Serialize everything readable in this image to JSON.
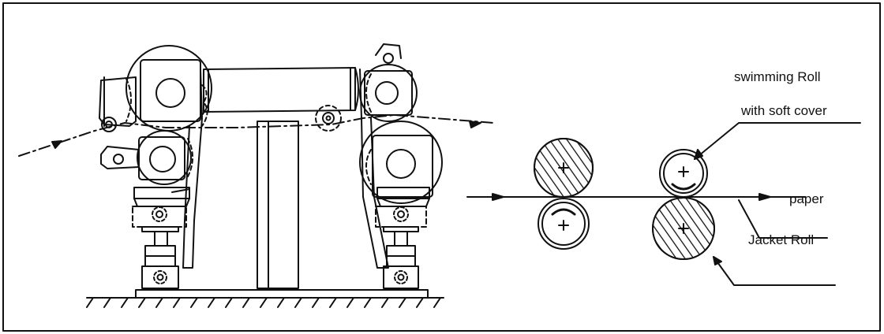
{
  "labels": {
    "swimming_roll": "swimming Roll",
    "soft_cover": "with soft cover",
    "paper": "paper",
    "jacket_roll": "Jacket Roll"
  },
  "colors": {
    "ink": "#111111",
    "background": "#ffffff"
  }
}
